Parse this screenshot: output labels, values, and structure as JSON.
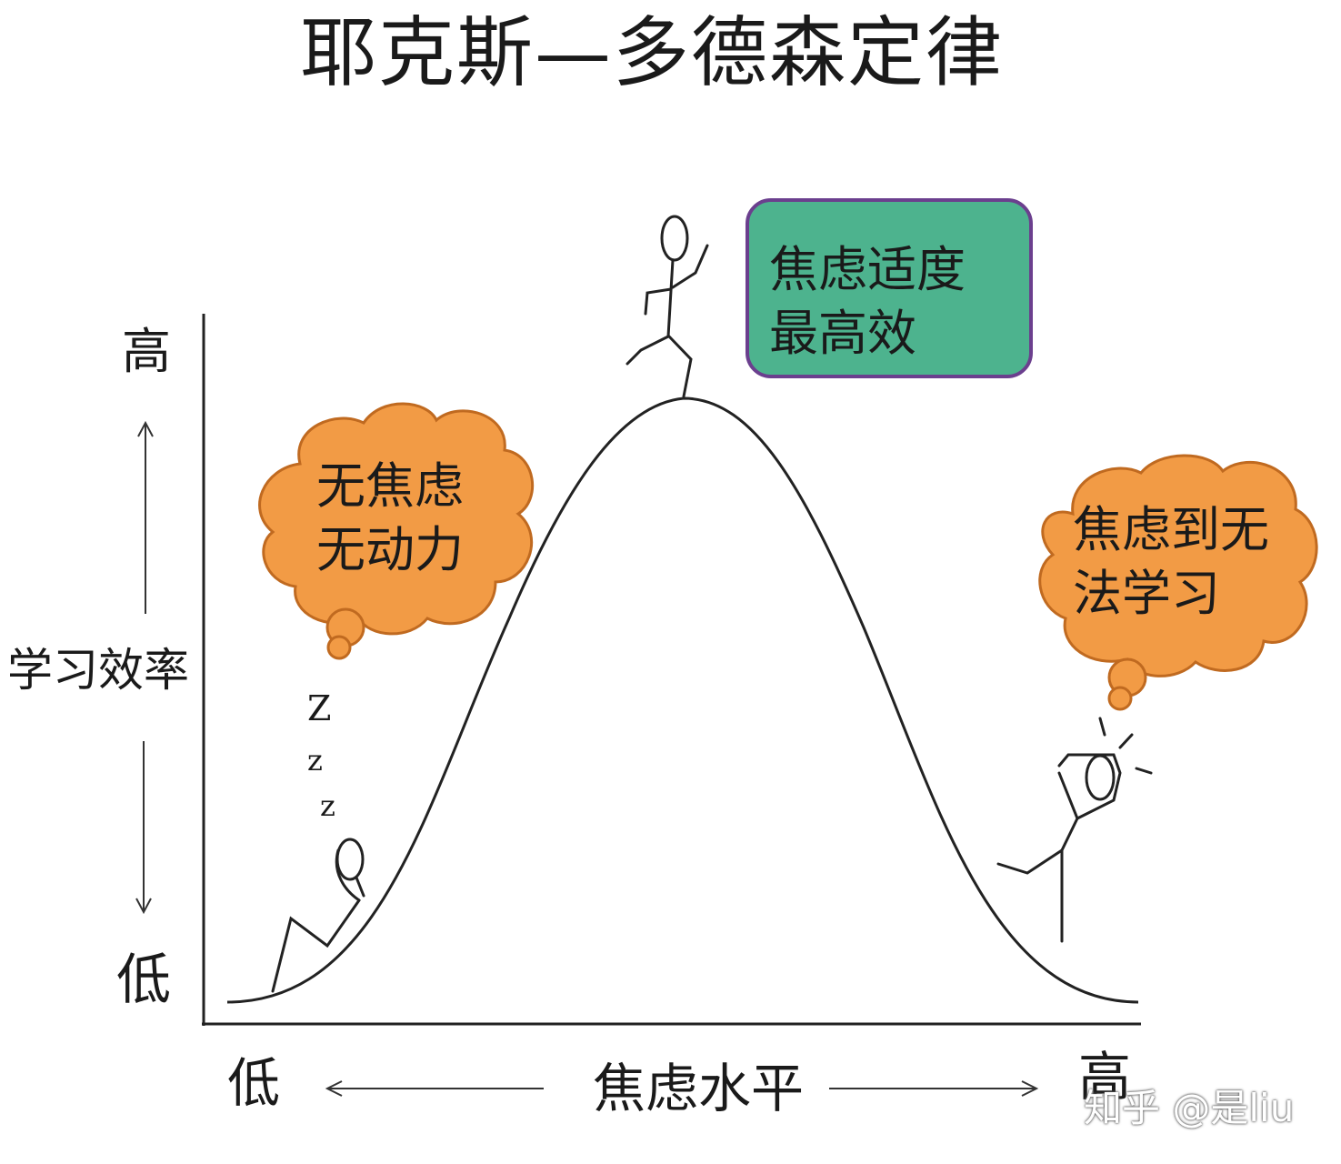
{
  "title": "耶克斯—多德森定律",
  "y_axis": {
    "label": "学习效率",
    "high": "高",
    "low": "低"
  },
  "x_axis": {
    "label": "焦虑水平",
    "low": "低",
    "high": "高"
  },
  "bubbles": {
    "left": {
      "line1": "无焦虑",
      "line2": "无动力"
    },
    "top": {
      "line1": "焦虑适度",
      "line2": "最高效"
    },
    "right": {
      "line1": "焦虑到无",
      "line2": "法学习"
    }
  },
  "sleep_marks": [
    "Z",
    "z",
    "z"
  ],
  "watermark": "知乎 @是liu",
  "colors": {
    "orange": "#f29b45",
    "green": "#4db38e",
    "purple": "#6b3f8e",
    "line": "#222222"
  }
}
